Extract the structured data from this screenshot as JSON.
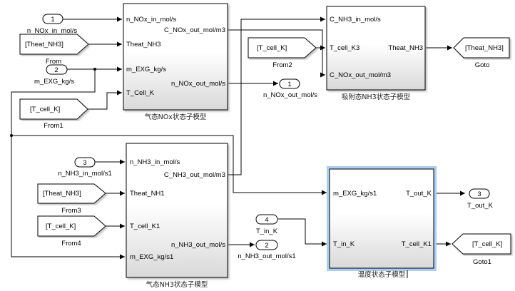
{
  "subsystems": {
    "nox": {
      "name": "气态NOx状态子模型",
      "inputs": [
        "n_NOx_in_mol/s",
        "Theat_NH3",
        "m_EXG_kg/s",
        "T_Cell_K"
      ],
      "outputs": [
        "C_NOx_out_mol/m3",
        "n_NOx_out_mol/s"
      ]
    },
    "ads": {
      "name": "吸附态NH3状态子模型",
      "inputs": [
        "C_NH3_in_mol/s",
        "T_cell_K3",
        "C_NOx_out_mol/m3"
      ],
      "outputs": [
        "Theat_NH3"
      ]
    },
    "nh3": {
      "name": "气态NH3状态子模型",
      "inputs": [
        "n_NH3_in_mol/s",
        "Theat_NH1",
        "T_cell_K1",
        "m_EXG_kg/s1"
      ],
      "outputs": [
        "C_NH3_out_mol/m3",
        "n_NH3_out_mol/s"
      ]
    },
    "temp": {
      "name": "温度状态子模型",
      "inputs": [
        "m_EXG_kg/s1",
        "T_in_K"
      ],
      "outputs": [
        "T_out_K",
        "T_cell_K1"
      ]
    }
  },
  "inports": [
    {
      "num": "1",
      "name": "n_NOx_in_mol/s"
    },
    {
      "num": "2",
      "name": "m_EXG_kg/s"
    },
    {
      "num": "3",
      "name": "n_NH3_in_mol/s1"
    },
    {
      "num": "4",
      "name": "T_in_K"
    }
  ],
  "outports": [
    {
      "num": "1",
      "name": "n_NOx_out_mol/s"
    },
    {
      "num": "2",
      "name": "n_NH3_out_mol/s1"
    },
    {
      "num": "3",
      "name": "T_out_K"
    }
  ],
  "from_blocks": [
    {
      "tag": "[Theat_NH3]",
      "name": "From"
    },
    {
      "tag": "[T_cell_K]",
      "name": "From1"
    },
    {
      "tag": "[T_cell_K]",
      "name": "From2"
    },
    {
      "tag": "[Theat_NH3]",
      "name": "From3"
    },
    {
      "tag": "[T_cell_K]",
      "name": "From4"
    }
  ],
  "goto_blocks": [
    {
      "tag": "[Theat_NH3]",
      "name": "Goto"
    },
    {
      "tag": "[T_cell_K]",
      "name": "Goto1"
    }
  ],
  "colors": {
    "block_fill_top": "#ffffff",
    "block_fill_bottom": "#dcdcdc",
    "selection": "#aacdf2"
  }
}
